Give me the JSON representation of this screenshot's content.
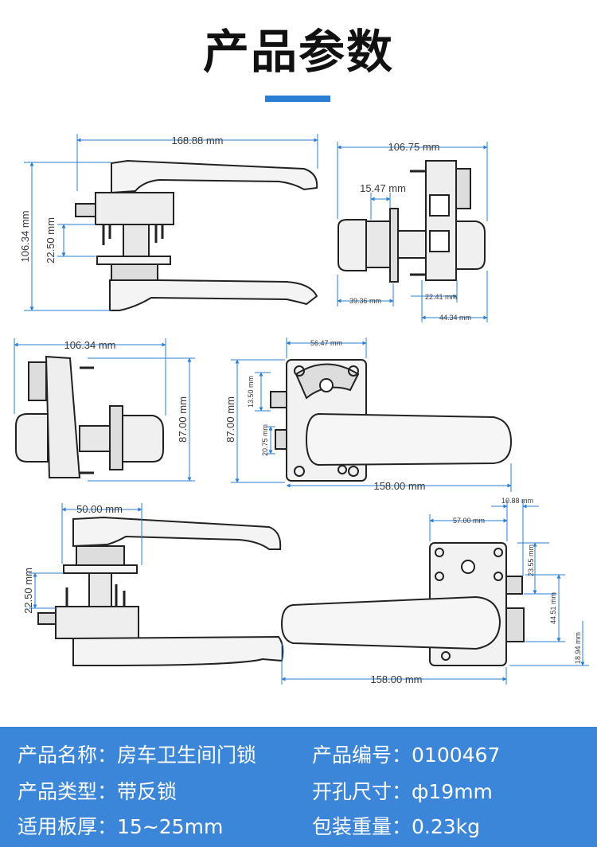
{
  "header": {
    "title": "产品参数",
    "accent_color": "#2a7fd4"
  },
  "dimensions": {
    "view1": {
      "width": "168.88 mm",
      "height": "106.34 mm",
      "offset": "22.50 mm"
    },
    "view2": {
      "width": "106.75 mm",
      "spindle": "15.47 mm",
      "left": "39.36 mm",
      "mid": "22.41 mm",
      "right": "44.34 mm"
    },
    "view3": {
      "width": "106.34 mm",
      "height": "87.00 mm"
    },
    "view4": {
      "plate_width": "56.47 mm",
      "height": "87.00 mm",
      "upper": "13.50 mm",
      "lower": "20.75 mm",
      "lever": "158.00 mm"
    },
    "view5": {
      "width": "50.00 mm",
      "offset": "22.50 mm"
    },
    "view6": {
      "edge": "10.88 mm",
      "plate_width": "57.00 mm",
      "upper": "23.55 mm",
      "mid": "44.51 mm",
      "bottom": "18.94 mm",
      "lever": "158.00 mm"
    }
  },
  "specs": {
    "name": {
      "label": "产品名称：",
      "value": "房车卫生间门锁"
    },
    "code": {
      "label": "产品编号：",
      "value": "0100467"
    },
    "type": {
      "label": "产品类型：",
      "value": "带反锁"
    },
    "hole": {
      "label": "开孔尺寸：",
      "value": "ф19mm"
    },
    "thick": {
      "label": "适用板厚：",
      "value": "15~25mm"
    },
    "weight": {
      "label": "包装重量：",
      "value": "0.23kg"
    }
  },
  "colors": {
    "panel": "#3b86d8",
    "dimension_line": "#2a7fd4",
    "drawing": "#222222"
  }
}
